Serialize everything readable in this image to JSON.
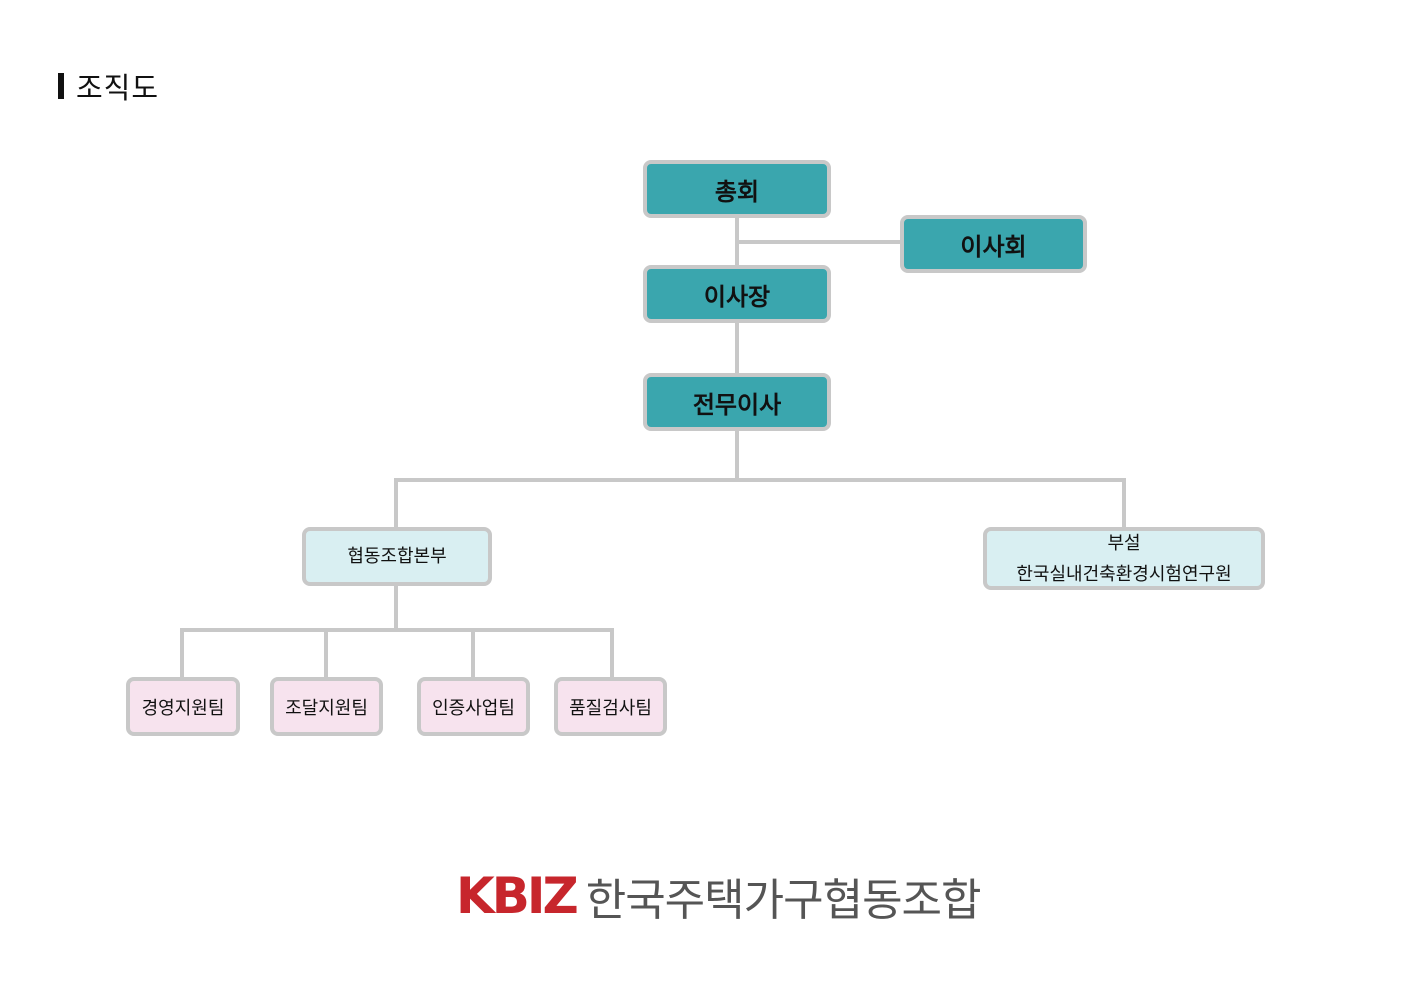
{
  "header": {
    "title": "조직도"
  },
  "org": {
    "general_assembly": "총회",
    "board": "이사회",
    "chairman": "이사장",
    "executive_director": "전무이사",
    "cooperative_hq": "협동조합본부",
    "institute": {
      "line1": "부설",
      "line2": "한국실내건축환경시험연구원"
    },
    "teams": [
      "경영지원팀",
      "조달지원팀",
      "인증사업팀",
      "품질검사팀"
    ]
  },
  "footer": {
    "brand": "KBIZ",
    "org_name": "한국주택가구협동조합"
  },
  "colors": {
    "top_box": "#3aa6ae",
    "mid_box": "#d9eff2",
    "team_box": "#f7e3ee",
    "border": "#c8c8c8",
    "brand": "#c7262c"
  }
}
